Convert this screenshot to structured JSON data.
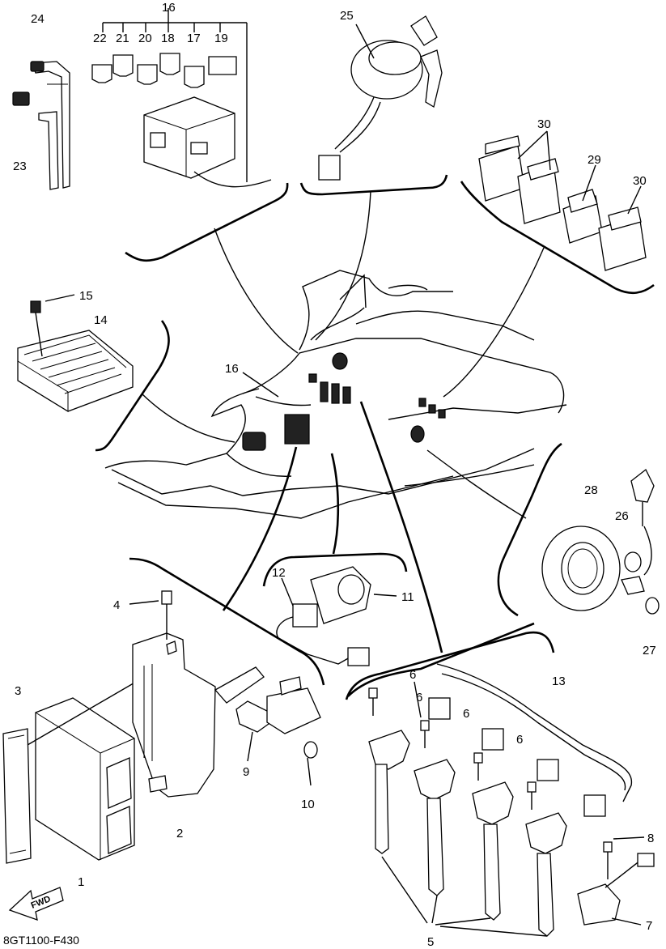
{
  "caption": "8GT1100-F430",
  "fwd_label": "FWD",
  "callouts": {
    "c1": "1",
    "c2": "2",
    "c3": "3",
    "c4": "4",
    "c5": "5",
    "c6a": "6",
    "c6b": "6",
    "c6c": "6",
    "c6d": "6",
    "c7": "7",
    "c8": "8",
    "c9": "9",
    "c10": "10",
    "c11": "11",
    "c12": "12",
    "c13": "13",
    "c14": "14",
    "c15": "15",
    "c16top": "16",
    "c16mid": "16",
    "c17": "17",
    "c18": "18",
    "c19": "19",
    "c20": "20",
    "c21": "21",
    "c22": "22",
    "c23": "23",
    "c24": "24",
    "c25": "25",
    "c26": "26",
    "c27": "27",
    "c28": "28",
    "c29": "29",
    "c30a": "30",
    "c30b": "30"
  }
}
